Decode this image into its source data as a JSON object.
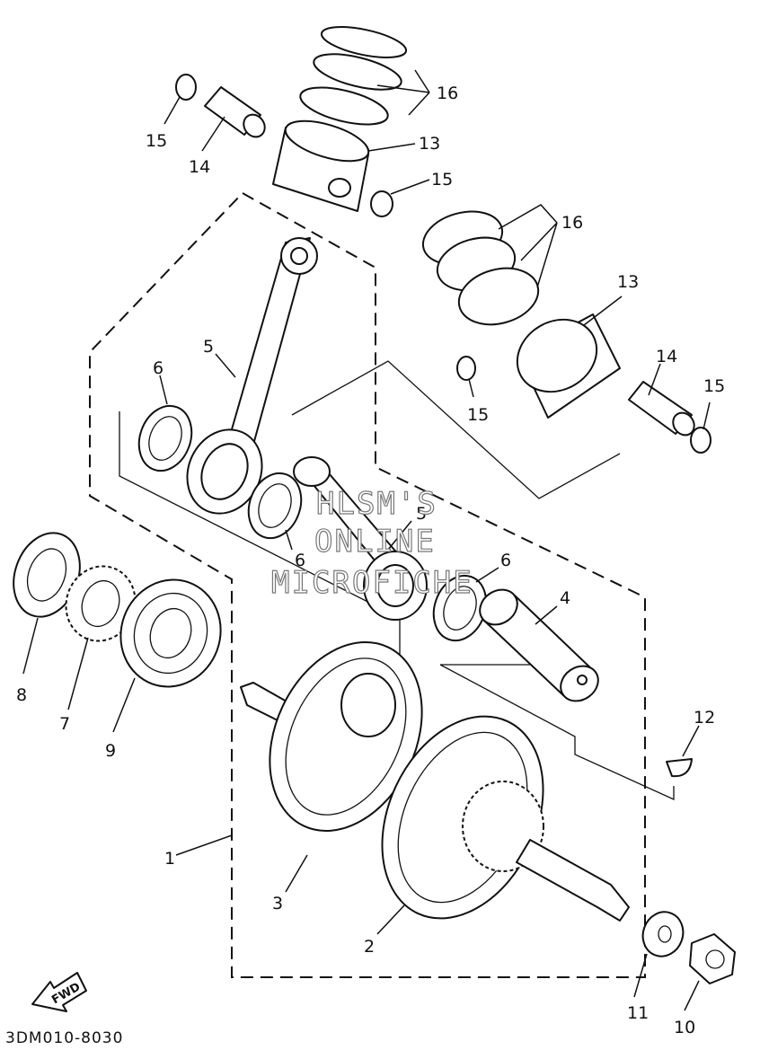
{
  "drawing_code": "3DM010-8030",
  "watermark": [
    "HLSM'S",
    "ONLINE",
    "MICROFICHE"
  ],
  "fwd_label": "FWD",
  "callouts": {
    "c1": "1",
    "c2": "2",
    "c3": "3",
    "c4": "4",
    "c5a": "5",
    "c5b": "5",
    "c6a": "6",
    "c6b": "6",
    "c6c": "6",
    "c7": "7",
    "c8": "8",
    "c9": "9",
    "c10": "10",
    "c11": "11",
    "c12": "12",
    "c13a": "13",
    "c13b": "13",
    "c14a": "14",
    "c14b": "14",
    "c15a": "15",
    "c15b": "15",
    "c15c": "15",
    "c15d": "15",
    "c16a": "16",
    "c16b": "16"
  }
}
